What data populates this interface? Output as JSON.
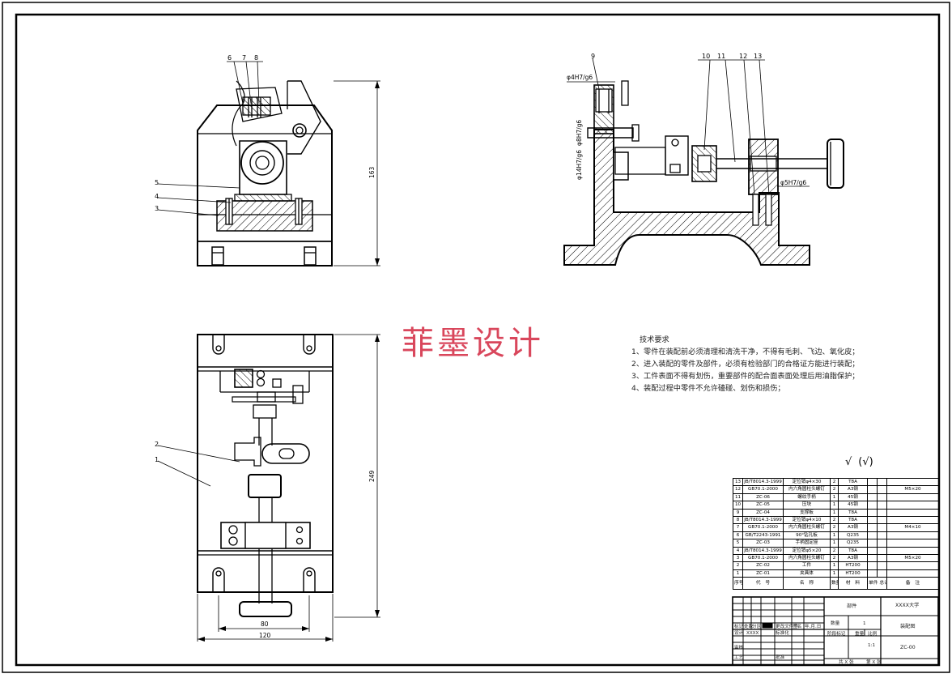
{
  "watermark": "菲墨设计",
  "tech_requirements": {
    "title": "技术要求",
    "items": [
      "1、零件在装配前必须清理和清洗干净，不得有毛刺、飞边、氧化皮；",
      "2、进入装配的零件及部件，必须有检验部门的合格证方能进行装配；",
      "3、工件表面不得有划伤，重要部件的配合面表面处理后用油脂保护；",
      "4、装配过程中零件不允许磕碰、划伤和损伤；"
    ]
  },
  "roughness": {
    "symbol": "√",
    "other": "(√)"
  },
  "balloons_front": [
    "6",
    "7",
    "8",
    "5",
    "4",
    "3"
  ],
  "balloons_side": [
    "9",
    "10",
    "11",
    "12",
    "13"
  ],
  "balloons_top": [
    "2",
    "1"
  ],
  "tolerances": {
    "t1": "φ4H7/g6",
    "t2": "φ8H7/g6",
    "t3": "φ14H7/g6",
    "t4": "φ5H7/g6"
  },
  "dimensions": {
    "front_height": "163",
    "top_height": "249",
    "inner_width": "80",
    "overall_width": "120"
  },
  "bom_rows": [
    {
      "no": "13",
      "code": "JB/T8014.3-1999",
      "name": "定位销φ4×30",
      "qty": "2",
      "mat": "T8A",
      "note": ""
    },
    {
      "no": "12",
      "code": "GB70.1-2000",
      "name": "内六角圆柱头螺钉",
      "qty": "2",
      "mat": "A3钢",
      "note": "M5×20"
    },
    {
      "no": "11",
      "code": "ZC-06",
      "name": "螺纹手柄",
      "qty": "1",
      "mat": "45钢",
      "note": ""
    },
    {
      "no": "10",
      "code": "ZC-05",
      "name": "压块",
      "qty": "1",
      "mat": "45钢",
      "note": ""
    },
    {
      "no": "9",
      "code": "ZC-04",
      "name": "支撑板",
      "qty": "1",
      "mat": "T8A",
      "note": ""
    },
    {
      "no": "8",
      "code": "JB/T8014.3-1999",
      "name": "定位销φ4×10",
      "qty": "2",
      "mat": "T8A",
      "note": ""
    },
    {
      "no": "7",
      "code": "GB70.1-2000",
      "name": "内六角圆柱头螺钉",
      "qty": "2",
      "mat": "A3钢",
      "note": "M4×10"
    },
    {
      "no": "6",
      "code": "GB/T2243-1991",
      "name": "90°钻孔板",
      "qty": "1",
      "mat": "Q235",
      "note": ""
    },
    {
      "no": "5",
      "code": "ZC-03",
      "name": "手柄固定座",
      "qty": "1",
      "mat": "Q235",
      "note": ""
    },
    {
      "no": "4",
      "code": "JB/T8014.3-1999",
      "name": "定位销φ5×20",
      "qty": "2",
      "mat": "T8A",
      "note": ""
    },
    {
      "no": "3",
      "code": "GB70.1-2000",
      "name": "内六角圆柱头螺钉",
      "qty": "2",
      "mat": "A3钢",
      "note": "M5×20"
    },
    {
      "no": "2",
      "code": "ZC-02",
      "name": "工件",
      "qty": "1",
      "mat": "HT200",
      "note": ""
    },
    {
      "no": "1",
      "code": "ZC-01",
      "name": "夹具体",
      "qty": "1",
      "mat": "HT200",
      "note": ""
    }
  ],
  "bom_header": {
    "no": "序号",
    "code": "代　号",
    "name": "名　称",
    "qty": "数量",
    "mat": "材　料",
    "weight": "单件 总计 重 量",
    "note": "备　注"
  },
  "title_block": {
    "part_label": "部件",
    "school": "XXXX大学",
    "qty_label": "数量",
    "qty_value": "1",
    "drawing_name": "装配图",
    "stage_label": "阶段标记",
    "weight_label": "重量",
    "scale_label": "比例",
    "scale_value": "1:1",
    "drawing_no": "ZC-00",
    "sheet_total": "共 X 张",
    "sheet_no": "第 X 张",
    "design_label": "设计",
    "design_name": "XXXX",
    "std_label": "标准化",
    "review_label": "审核",
    "process_label": "工艺",
    "approve_label": "批准",
    "mark_label": "标记",
    "count_label": "处数",
    "zone_label": "分区",
    "change_label": "更改文件号",
    "sign_label": "签名",
    "date_label": "年.月.日"
  }
}
